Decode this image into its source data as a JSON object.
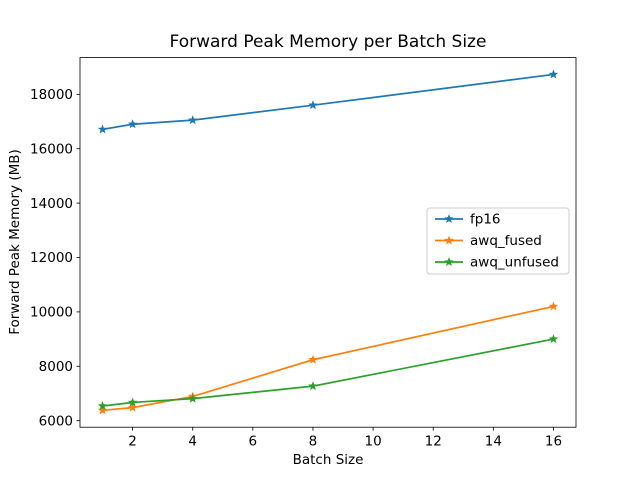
{
  "chart_data": {
    "type": "line",
    "title": "Forward Peak Memory per Batch Size",
    "xlabel": "Batch Size",
    "ylabel": "Forward Peak Memory (MB)",
    "x": [
      1,
      2,
      4,
      8,
      16
    ],
    "series": [
      {
        "name": "fp16",
        "color": "#1f77b4",
        "values": [
          16710,
          16900,
          17050,
          17600,
          18730
        ]
      },
      {
        "name": "awq_fused",
        "color": "#ff7f0e",
        "values": [
          6380,
          6480,
          6890,
          8240,
          10200
        ]
      },
      {
        "name": "awq_unfused",
        "color": "#2ca02c",
        "values": [
          6540,
          6670,
          6810,
          7270,
          9000
        ]
      }
    ],
    "marker": "star",
    "xticks": [
      2,
      4,
      6,
      8,
      10,
      12,
      14,
      16
    ],
    "yticks": [
      6000,
      8000,
      10000,
      12000,
      14000,
      16000,
      18000
    ],
    "xlim": [
      0.25,
      16.75
    ],
    "ylim": [
      5760,
      19350
    ],
    "grid": false,
    "legend_position": "center-right",
    "spine_color": "#000000",
    "legend_border_color": "#cccccc",
    "background": "#ffffff"
  }
}
